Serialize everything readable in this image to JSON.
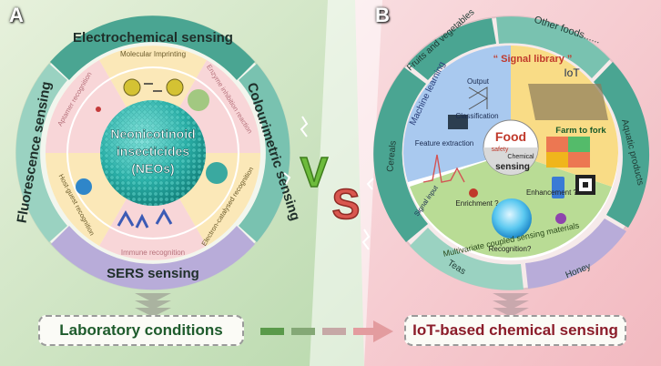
{
  "panel_a": {
    "letter": "A",
    "ring_labels": {
      "electrochemical": "Electrochemical sensing",
      "colourimetric": "Colourimetric sensing",
      "sers": "SERS sensing",
      "fluorescence": "Fluorescence sensing"
    },
    "inner_labels": {
      "molecular_imprinting": "Molecular Imprinting",
      "enzyme_inhibition": "Enzyme inhibition reaction",
      "electron_catalysed": "Electron-catalysed recognition",
      "immune": "Immune recognition",
      "host_guest": "Host-guest recognition",
      "aptamer": "Aptamer recognition"
    },
    "center": {
      "line1": "Neonicotinoid",
      "line2": "insecticides",
      "line3": "(NEOs)"
    },
    "bottom_box": "Laboratory conditions"
  },
  "vs": {
    "v": "V",
    "s": "S"
  },
  "panel_b": {
    "letter": "B",
    "ring_labels": {
      "fruits": "Fruits and vegetables",
      "other_foods": "Other foods......",
      "aquatic": "Aquatic products",
      "honey": "Honey",
      "teas": "Teas",
      "cereals": "Cereals"
    },
    "inner_labels": {
      "machine_learning": "Machine learning",
      "output": "Output",
      "classification": "Classification",
      "feature_extraction": "Feature extraction",
      "signal_input": "Signal input",
      "signal_library": "“ Signal library ”",
      "iot": "IoT",
      "farm_to_fork": "Farm to fork",
      "enrichment": "Enrichment ?",
      "enhancement": "Enhancement ?",
      "recognition": "Recognition?",
      "materials": "Multivariate coupled sensing materials"
    },
    "center": {
      "food": "Food",
      "safety": "safety",
      "chemical": "Chemical",
      "sensing": "sensing"
    },
    "bottom_box": "IoT-based chemical sensing"
  },
  "colors": {
    "left_bg": "#cfe3c3",
    "right_bg": "#f4c9cf",
    "ring_teal": "#3e9a8a",
    "ring_green_light": "#a7d8c4",
    "arrow_purple": "#b7a9d6"
  }
}
